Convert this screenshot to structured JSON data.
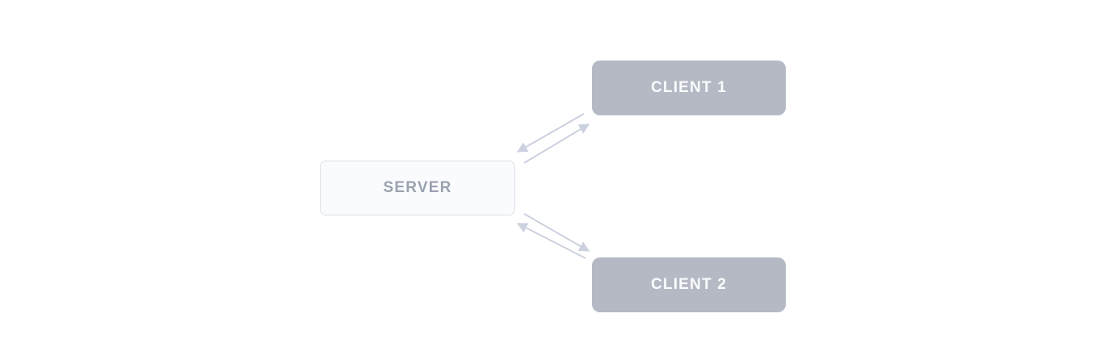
{
  "diagram": {
    "title": "client-server-topology",
    "nodes": [
      {
        "id": "server",
        "label": "SERVER",
        "type": "server"
      },
      {
        "id": "client1",
        "label": "CLIENT 1",
        "type": "client"
      },
      {
        "id": "client2",
        "label": "CLIENT 2",
        "type": "client"
      }
    ],
    "edges": [
      {
        "from": "client1",
        "to": "server",
        "direction": "client1-to-server"
      },
      {
        "from": "server",
        "to": "client1",
        "direction": "server-to-client1"
      },
      {
        "from": "client2",
        "to": "server",
        "direction": "client2-to-server"
      },
      {
        "from": "server",
        "to": "client2",
        "direction": "server-to-client2"
      }
    ],
    "colors": {
      "background": "#ffffff",
      "client_fill": "#b4b9c4",
      "client_text": "#fbfcfd",
      "server_fill": "#fafbfd",
      "server_border": "#dcdfe9",
      "server_text": "#9aa1af",
      "arrow": "#ccd1df"
    }
  }
}
